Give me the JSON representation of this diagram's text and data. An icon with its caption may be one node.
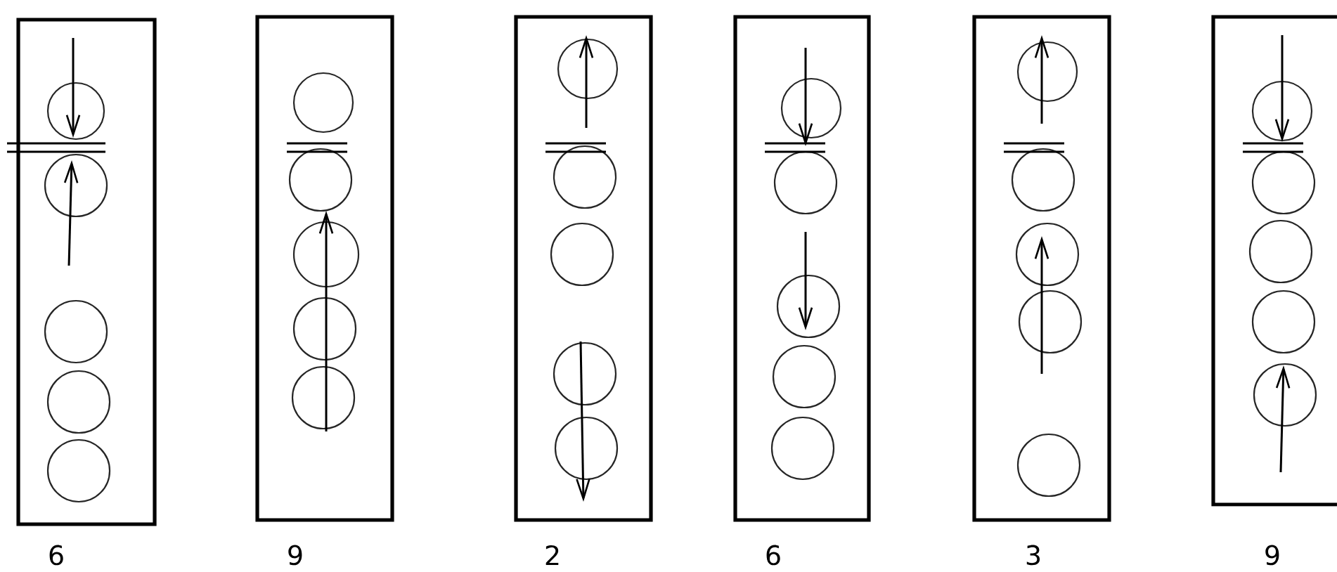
{
  "diagram": {
    "labels": [
      "6",
      "9",
      "2",
      "6",
      "3",
      "9"
    ]
  }
}
